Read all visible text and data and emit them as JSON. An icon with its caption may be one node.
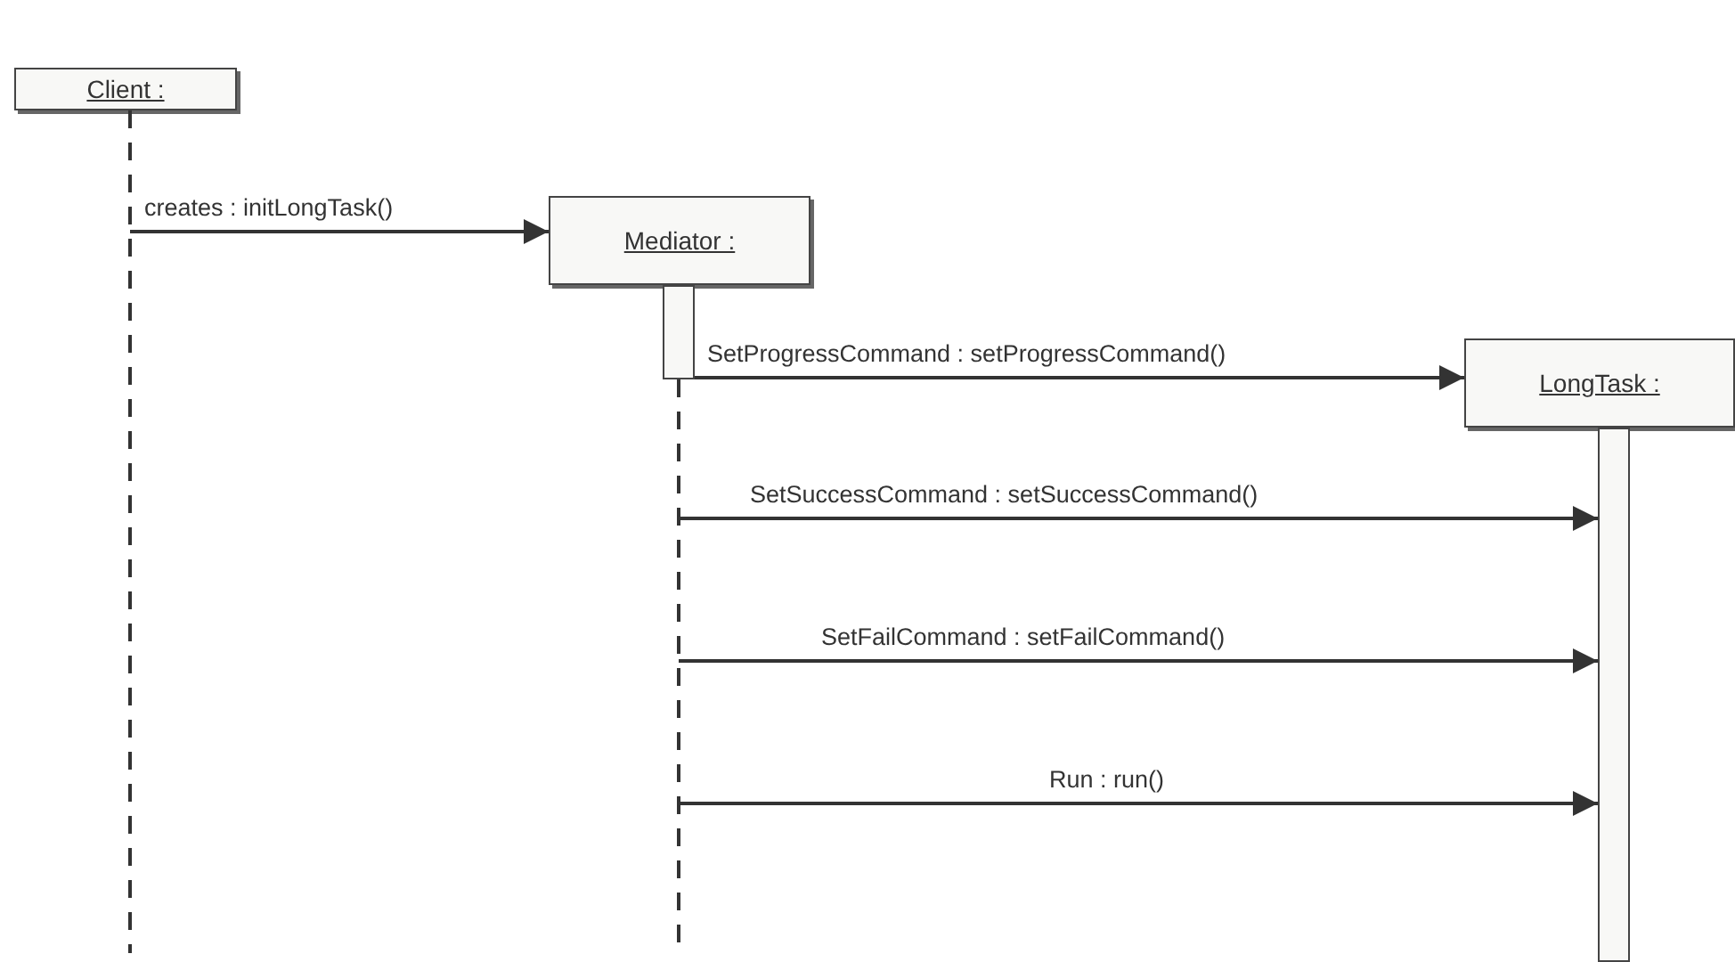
{
  "diagram": {
    "nodes": [
      {
        "text": [
          "Client :"
        ]
      },
      {
        "text": [
          "Mediator :"
        ]
      },
      {
        "text": [
          "LongTask :"
        ]
      },
      {
        "text": [],
        "shape": "bar"
      },
      {
        "text": [],
        "shape": "bar"
      }
    ],
    "edges": [
      {
        "from": 0,
        "to": 1,
        "arrow": "to",
        "label": "creates : initLongTask()"
      },
      {
        "from": 3,
        "to": 2,
        "arrow": "to",
        "label": "SetProgressCommand : setProgressCommand()"
      },
      {
        "from": 3,
        "to": 4,
        "arrow": "to",
        "label": "SetSuccessCommand : setSuccessCommand()"
      },
      {
        "from": 3,
        "to": 4,
        "arrow": "to",
        "label": "SetFailCommand : setFailCommand()"
      },
      {
        "from": 3,
        "to": 4,
        "arrow": "to",
        "label": "Run : run()"
      }
    ]
  }
}
